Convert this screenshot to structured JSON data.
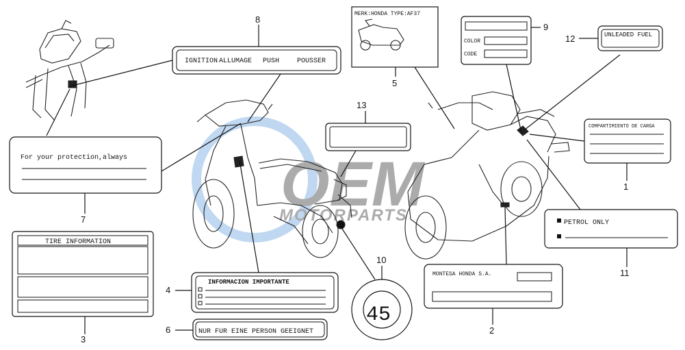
{
  "callouts": {
    "c1": "1",
    "c2": "2",
    "c3": "3",
    "c4": "4",
    "c5": "5",
    "c6": "6",
    "c7": "7",
    "c8": "8",
    "c9": "9",
    "c10": "10",
    "c11": "11",
    "c12": "12",
    "c13": "13"
  },
  "labels": {
    "ignition": [
      "IGNITION",
      "ALLUMAGE",
      "PUSH",
      "POUSSER"
    ],
    "merk": "MERK:HONDA TYPE:AF37",
    "color": "COLOR",
    "code": "CODE",
    "unleaded": "UNLEADED FUEL",
    "protection": "For your protection,always",
    "compartment": "COMPARTIMIENTO DE CARGA",
    "petrol": "PETROL ONLY",
    "tire": "TIRE INFORMATION",
    "informacion": "INFORMACION IMPORTANTE",
    "montesa": "MONTESA HONDA S.A.",
    "nur": "NUR FUR EINE PERSON GEEIGNET",
    "speed": "45"
  },
  "watermark": {
    "brand": "OEM",
    "sub": "MOTORPARTS"
  },
  "colors": {
    "ink": "#111111",
    "watermark_blue": "#4a90d9",
    "watermark_grey": "#b9c3cc"
  }
}
